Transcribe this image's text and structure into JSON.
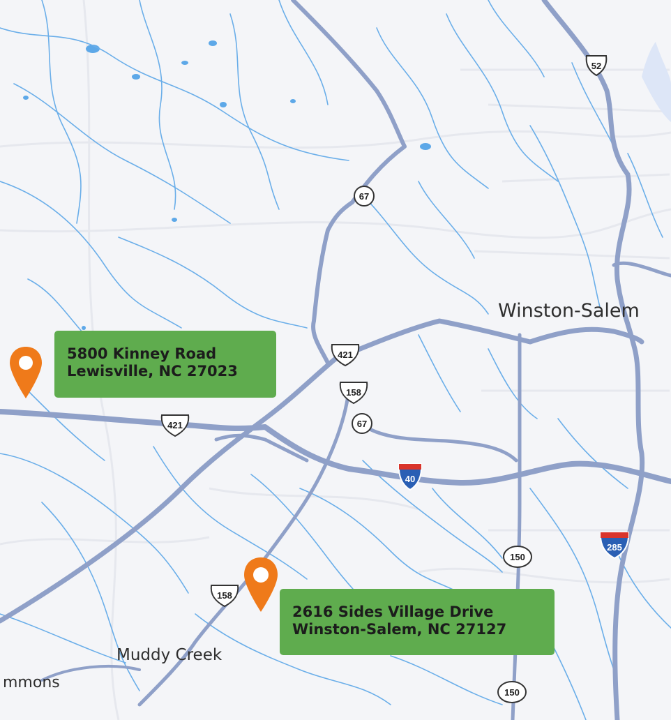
{
  "map": {
    "colors": {
      "background": "#f4f5f8",
      "water": "#5da8e8",
      "highway": "#8fa0c8",
      "pin": "#ef7a1a",
      "callout": "#5fac4e"
    },
    "markers": [
      {
        "id": "kinney",
        "line1": "5800 Kinney Road",
        "line2": "Lewisville, NC 27023"
      },
      {
        "id": "sides",
        "line1": "2616 Sides Village Drive",
        "line2": "Winston-Salem, NC 27127"
      }
    ],
    "places": {
      "city": "Winston-Salem",
      "creek": "Muddy Creek",
      "town": "mmons"
    },
    "routes": {
      "us52": "52",
      "nc67_a": "67",
      "us421_a": "421",
      "us158_a": "158",
      "nc67_b": "67",
      "us421_b": "421",
      "i40": "40",
      "nc150_a": "150",
      "i285": "285",
      "us158_b": "158",
      "nc150_b": "150"
    }
  }
}
